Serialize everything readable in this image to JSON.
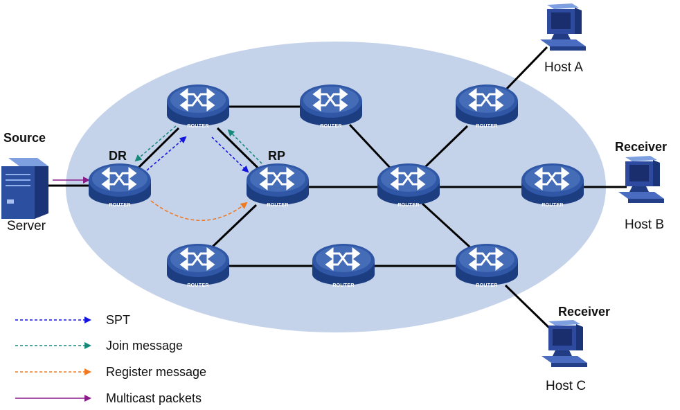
{
  "colors": {
    "cloud": "#c5d3ea",
    "router_body": "#2f57a6",
    "router_top": "#6f95d8",
    "router_side": "#1c3d80",
    "link": "#000000",
    "spt": "#1414e0",
    "join": "#14897a",
    "register": "#f07820",
    "multicast": "#8a1c8a",
    "host": "#2e4a9e"
  },
  "routers": [
    {
      "id": "dr",
      "label": "ROUTER"
    },
    {
      "id": "r-top1",
      "label": "ROUTER"
    },
    {
      "id": "r-top2",
      "label": "ROUTER"
    },
    {
      "id": "r-top3",
      "label": "ROUTER"
    },
    {
      "id": "rp",
      "label": "ROUTER"
    },
    {
      "id": "r-center",
      "label": "ROUTER"
    },
    {
      "id": "r-right",
      "label": "ROUTER"
    },
    {
      "id": "r-bot1",
      "label": "ROUTER"
    },
    {
      "id": "r-bot2",
      "label": "ROUTER"
    },
    {
      "id": "r-bot3",
      "label": "ROUTER"
    }
  ],
  "labels": {
    "source": "Source",
    "server": "Server",
    "dr": "DR",
    "rp": "RP",
    "host_a": "Host A",
    "receiver_b": "Receiver",
    "host_b": "Host B",
    "receiver_c": "Receiver",
    "host_c": "Host C"
  },
  "legend": [
    {
      "key": "spt",
      "label": "SPT",
      "style": "dashed"
    },
    {
      "key": "join",
      "label": "Join message",
      "style": "dashed"
    },
    {
      "key": "register",
      "label": "Register message",
      "style": "dashed"
    },
    {
      "key": "multicast",
      "label": "Multicast packets",
      "style": "solid"
    }
  ]
}
